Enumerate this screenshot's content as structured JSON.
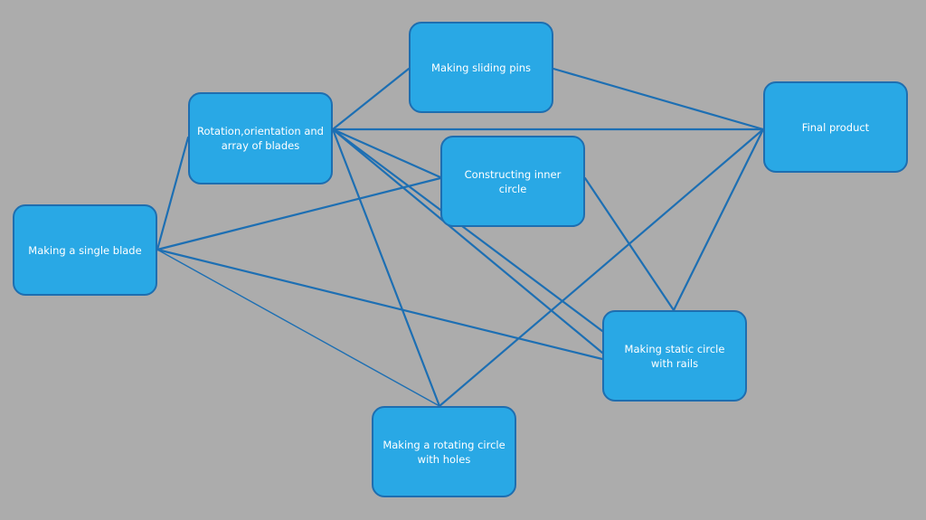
{
  "diagram": {
    "nodes": {
      "blade": "Making a single blade",
      "array": "Rotation,orientation and\narray of blades",
      "pins": "Making sliding pins",
      "inner": "Constructing inner circle",
      "final": "Final product",
      "static": "Making static circle\nwith rails",
      "rotate": "Making a rotating circle\nwith holes"
    },
    "edges": [
      [
        "blade",
        "array"
      ],
      [
        "blade",
        "inner"
      ],
      [
        "blade",
        "static"
      ],
      [
        "blade",
        "rotate"
      ],
      [
        "array",
        "pins"
      ],
      [
        "array",
        "final"
      ],
      [
        "array",
        "inner"
      ],
      [
        "array",
        "static"
      ],
      [
        "array",
        "rotate"
      ],
      [
        "pins",
        "final"
      ],
      [
        "inner",
        "static"
      ],
      [
        "static",
        "final"
      ],
      [
        "rotate",
        "final"
      ]
    ],
    "colors": {
      "background": "#acacac",
      "node_fill": "#29a8e5",
      "node_border": "#1e6eb0",
      "edge": "#1d6fb3",
      "text": "#ffffff"
    }
  }
}
